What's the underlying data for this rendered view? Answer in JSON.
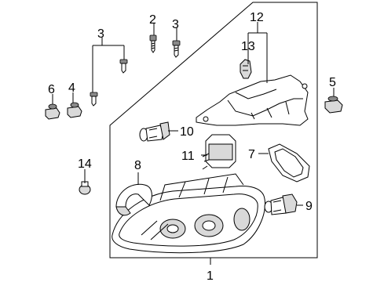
{
  "callouts": {
    "c1": "1",
    "c2": "2",
    "c3a": "3",
    "c3b": "3",
    "c4": "4",
    "c5": "5",
    "c6": "6",
    "c7": "7",
    "c8": "8",
    "c9": "9",
    "c10": "10",
    "c11": "11",
    "c12": "12",
    "c13": "13",
    "c14": "14"
  }
}
